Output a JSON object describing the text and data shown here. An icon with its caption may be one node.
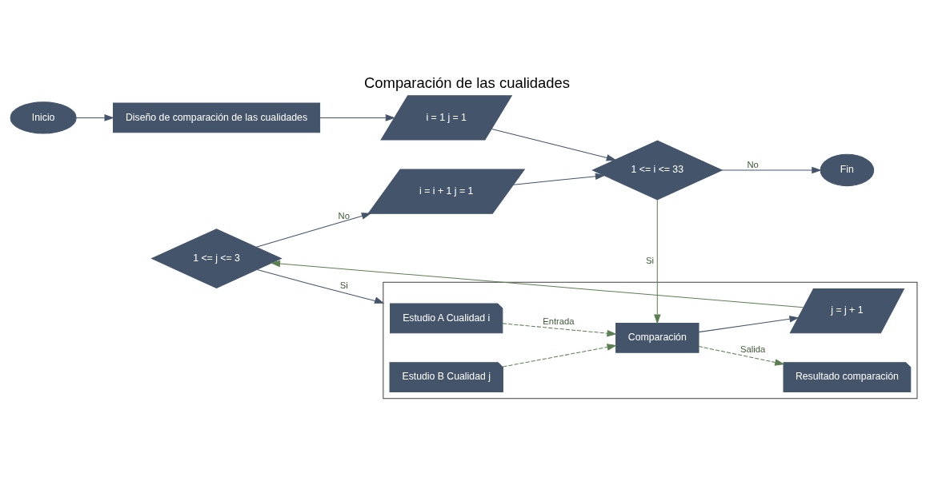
{
  "diagram": {
    "title": "Comparación de las cualidades",
    "nodes": [
      {
        "text": [
          "Inicio"
        ]
      },
      {
        "text": [
          "Diseño de comparación de las cualidades"
        ]
      },
      {
        "text": [
          "i = 1 j = 1"
        ]
      },
      {
        "text": [
          "1 <= i <= 33"
        ]
      },
      {
        "text": [
          "Fin"
        ]
      },
      {
        "text": [
          "i = i + 1 j = 1"
        ]
      },
      {
        "text": [
          "1 <= j <= 3"
        ]
      },
      {
        "text": [],
        "shape": "box"
      },
      {
        "text": [
          "Estudio A Cualidad i"
        ],
        "in": 7
      },
      {
        "text": [
          "Estudio B Cualidad j"
        ],
        "in": 7
      },
      {
        "text": [
          "Comparación"
        ],
        "in": 7
      },
      {
        "text": [
          "j = j + 1"
        ],
        "in": 7
      },
      {
        "text": [
          "Resultado comparación"
        ],
        "in": 7
      }
    ],
    "edges": [
      {
        "from": 0,
        "to": 1,
        "arrow": "to"
      },
      {
        "from": 1,
        "to": 2,
        "arrow": "to"
      },
      {
        "from": 2,
        "to": 3,
        "arrow": "to"
      },
      {
        "from": 3,
        "to": 10,
        "arrow": "to",
        "label": "Si",
        "color": "#5b7f52"
      },
      {
        "from": 3,
        "to": 4,
        "arrow": "to",
        "label": "No"
      },
      {
        "from": 5,
        "to": 3,
        "arrow": "to"
      },
      {
        "from": 6,
        "to": 5,
        "arrow": "to",
        "label": "No"
      },
      {
        "from": 6,
        "to": 7,
        "arrow": "to",
        "label": "Si"
      },
      {
        "from": 8,
        "to": 10,
        "arrow": "to",
        "style": "dashed",
        "color": "#5b7f52",
        "label": "Entrada"
      },
      {
        "from": 9,
        "to": 10,
        "arrow": "to",
        "style": "dashed",
        "color": "#5b7f52"
      },
      {
        "from": 10,
        "to": 11,
        "arrow": "to"
      },
      {
        "from": 11,
        "to": 6,
        "arrow": "to",
        "color": "#5b7f52"
      },
      {
        "from": 10,
        "to": 12,
        "arrow": "to",
        "style": "dashed",
        "color": "#5b7f52",
        "label": "Salida"
      }
    ]
  }
}
